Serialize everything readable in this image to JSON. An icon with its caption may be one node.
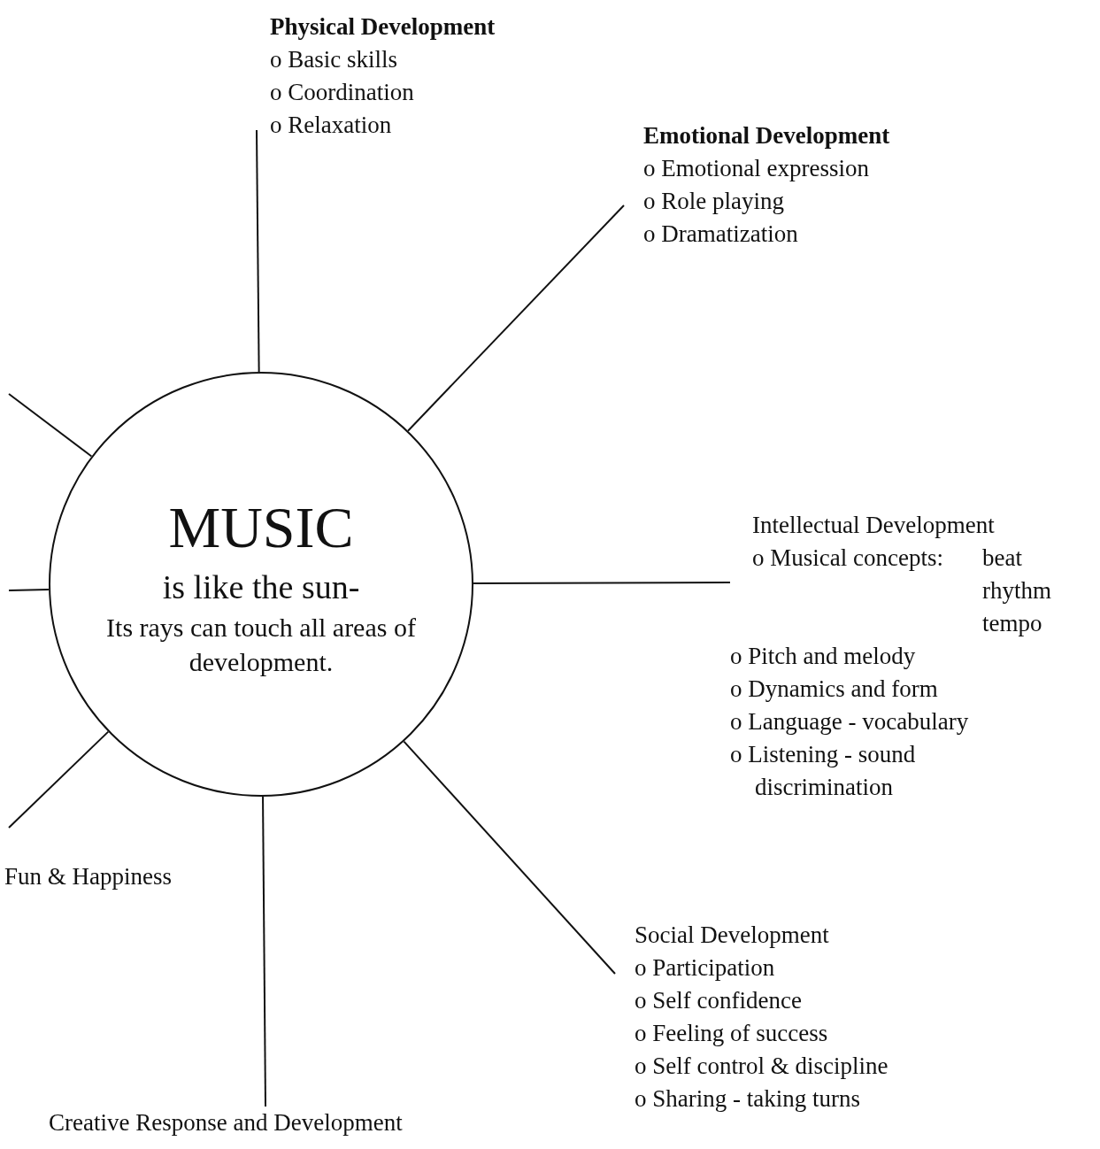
{
  "diagram": {
    "nodes": [
      {
        "text": [
          "MUSIC",
          "is like the sun-",
          "Its rays can touch all areas of development."
        ]
      },
      {
        "text": [
          "Physical Development",
          "o Basic skills",
          "o Coordination",
          "o Relaxation"
        ]
      },
      {
        "text": [
          "Emotional Development",
          "o Emotional expression",
          "o Role playing",
          "o Dramatization"
        ]
      },
      {
        "text": [
          "Intellectual Development",
          "o Musical concepts:",
          "beat",
          "rhythm",
          "tempo",
          "o Pitch and melody",
          "o Dynamics and form",
          "o Language - vocabulary",
          "o Listening - sound discrimination"
        ]
      },
      {
        "text": [
          "Social Development",
          "o Participation",
          "o Self confidence",
          "o Feeling of success",
          "o Self control & discipline",
          "o Sharing - taking turns"
        ]
      },
      {
        "text": [
          "Creative Response and Development"
        ]
      }
    ],
    "edges": [
      {
        "from": 0,
        "to": 1,
        "arrow": "none"
      },
      {
        "from": 0,
        "to": 2,
        "arrow": "none"
      },
      {
        "from": 0,
        "to": 3,
        "arrow": "none"
      },
      {
        "from": 0,
        "to": 4,
        "arrow": "none"
      },
      {
        "from": 0,
        "to": 5,
        "arrow": "none"
      },
      {
        "from": 0,
        "to": null,
        "arrow": "none"
      },
      {
        "from": 0,
        "to": null,
        "arrow": "none"
      },
      {
        "from": 0,
        "to": null,
        "arrow": "none"
      }
    ],
    "labels": [
      "Fun & Happiness"
    ]
  }
}
